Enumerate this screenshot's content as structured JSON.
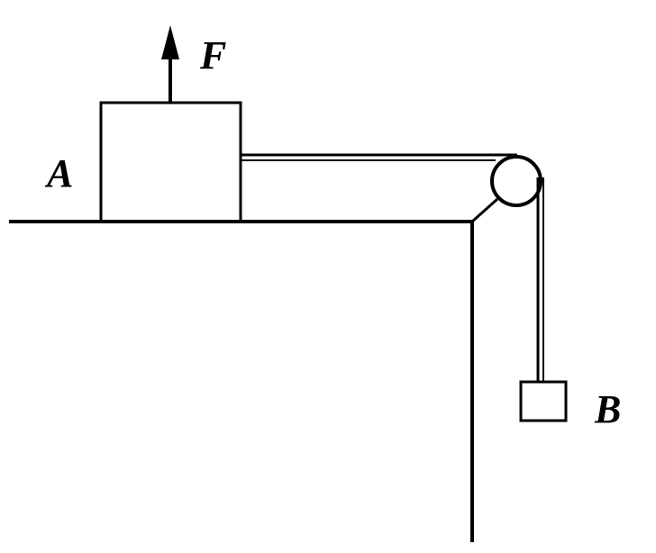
{
  "labels": {
    "block_a": "A",
    "block_b": "B",
    "force": "F"
  },
  "colors": {
    "ink": "#000000",
    "background": "#ffffff"
  },
  "icons": {
    "force_arrow": "arrow-up-icon",
    "pulley": "pulley-icon"
  }
}
